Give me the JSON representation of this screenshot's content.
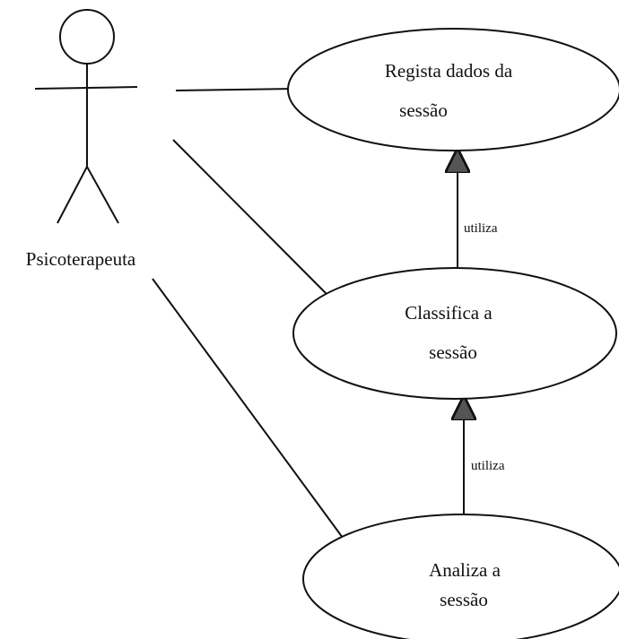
{
  "actor": {
    "label": "Psicoterapeuta"
  },
  "use_cases": {
    "registar": {
      "line1": "Regista dados da",
      "line2": "sessão"
    },
    "classificar": {
      "line1": "Classifica a",
      "line2": "sessão"
    },
    "analisar": {
      "line1": "Analiza a",
      "line2": "sessão"
    }
  },
  "relations": {
    "classificar_to_registar": {
      "label": "utiliza"
    },
    "analisar_to_classificar": {
      "label": "utiliza"
    }
  }
}
